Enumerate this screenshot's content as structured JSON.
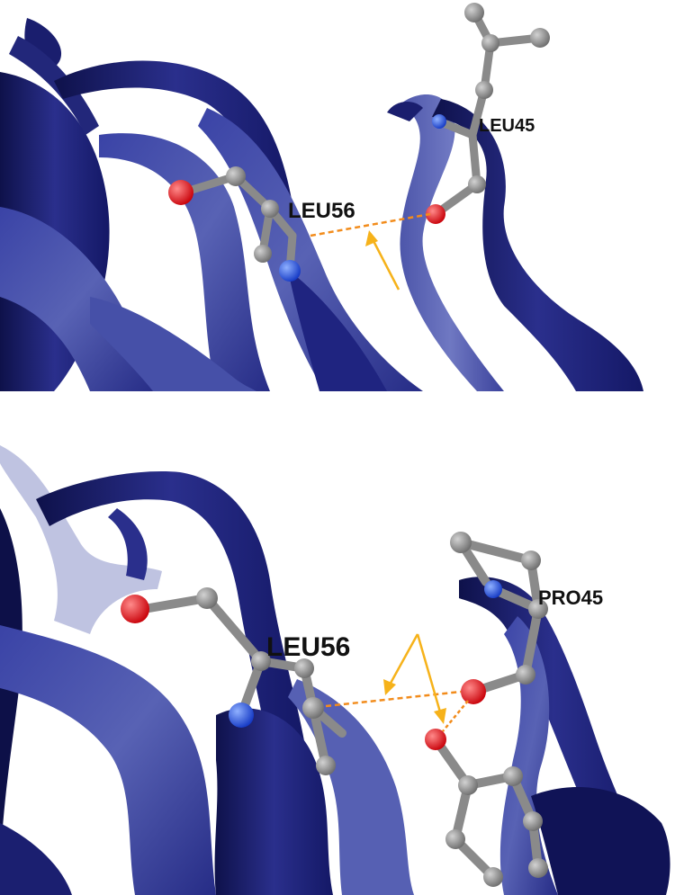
{
  "top_panel": {
    "residue_left": "LEU56",
    "residue_right": "LEU45"
  },
  "bottom_panel": {
    "residue_left": "LEU56",
    "residue_right": "PRO45"
  },
  "colors": {
    "ribbon_dark": "#14175e",
    "ribbon_main": "#2b3190",
    "ribbon_light": "#5c66b6",
    "carbon": "#8a8a8a",
    "oxygen": "#e8141a",
    "nitrogen": "#1f4fe0",
    "hbond": "#f28c1c",
    "arrow": "#f6b21a"
  }
}
